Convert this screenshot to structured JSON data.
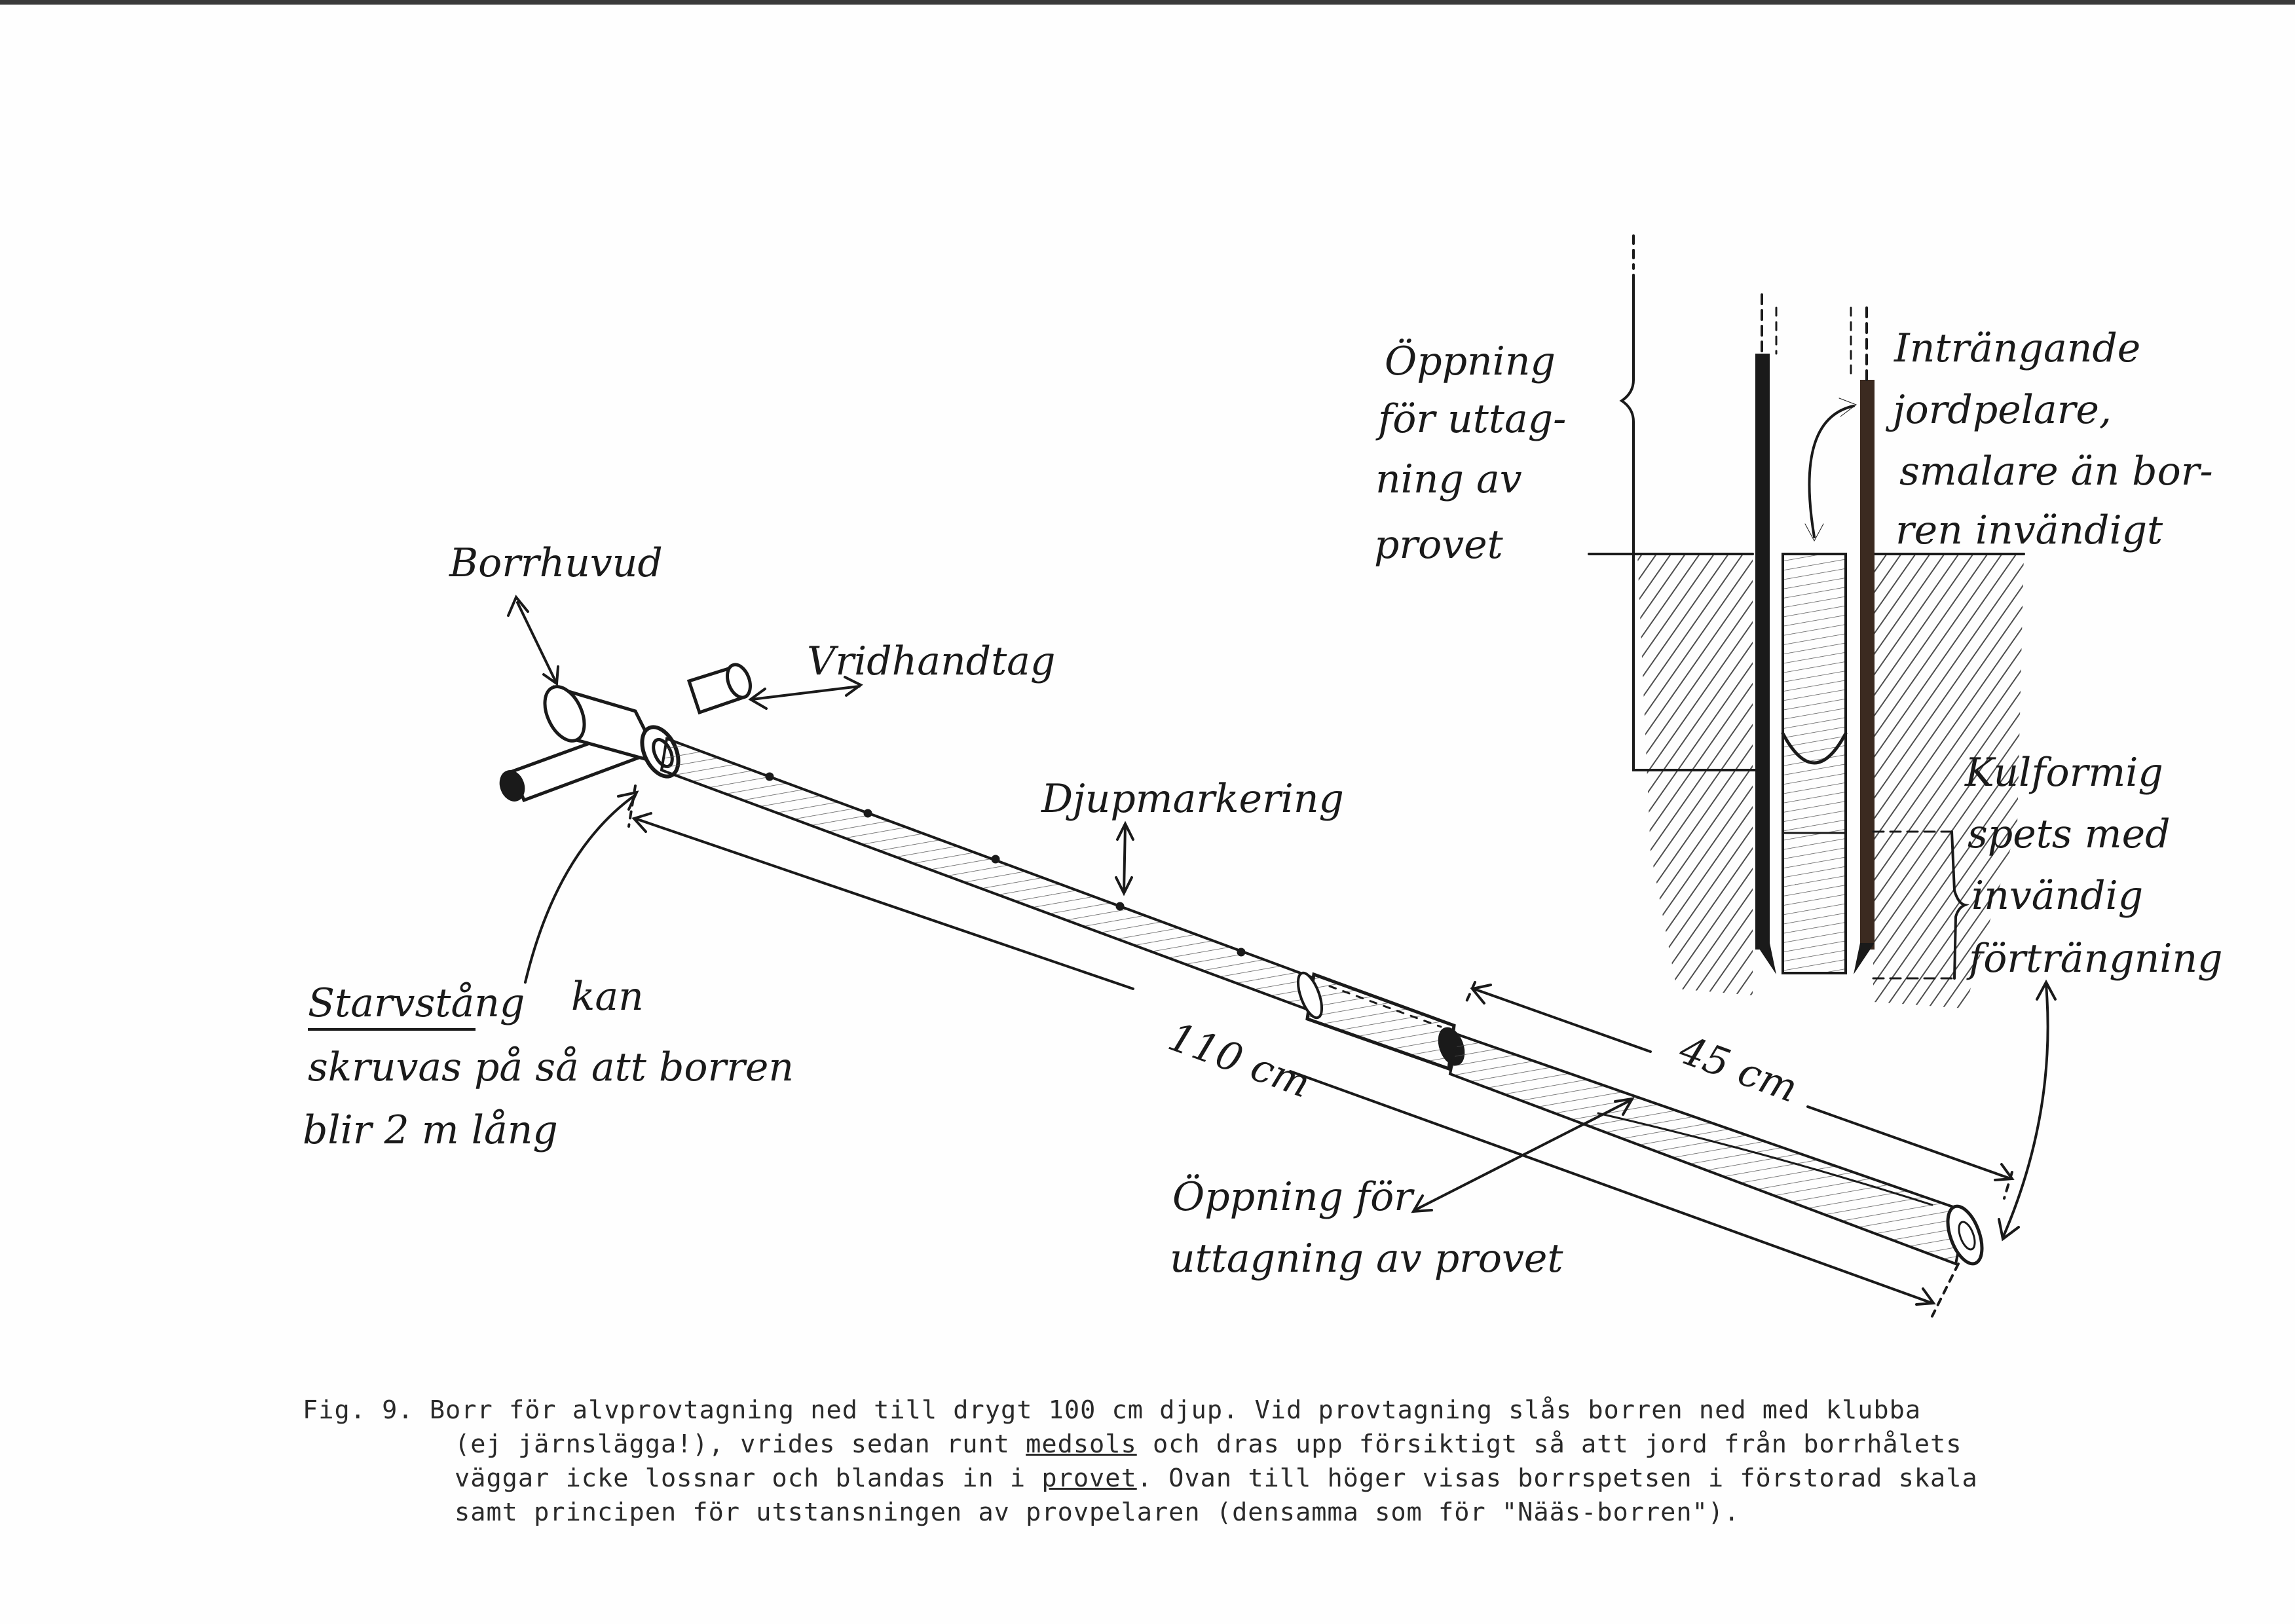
{
  "labels": {
    "borrhuvud": "Borrhuvud",
    "vridhandtag": "Vridhandtag",
    "djupmarkering": "Djupmarkering",
    "starvstang": "Starvstång",
    "kan": "kan",
    "starv_line2": "skruvas på så att borren",
    "starv_line3": "blir 2 m lång",
    "len_110": "110 cm",
    "len_45": "45 cm",
    "oppning_bottom_1": "Öppning för",
    "oppning_bottom_2": "uttagning av provet",
    "oppning_top_1": "Öppning",
    "oppning_top_2": "för uttag-",
    "oppning_top_3": "ning av",
    "oppning_top_4": "provet",
    "intrang_1": "Inträngande",
    "intrang_2": "jordpelare,",
    "intrang_3": "smalare än bor-",
    "intrang_4": "ren invändigt",
    "kul_1": "Kulformig",
    "kul_2": "spets med",
    "kul_3": "invändig",
    "kul_4": "förträngning"
  },
  "caption": {
    "prefix": "Fig. 9.",
    "line1": "Borr för alvprovtagning ned till drygt 100 cm djup. Vid provtagning slås borren ned med klubba",
    "line2a": "(ej järnslägga!), vrides sedan runt ",
    "line2u": "medsols",
    "line2b": " och dras upp försiktigt så att jord från borrhålets",
    "line3a": "väggar icke lossnar och blandas in i ",
    "line3u": "provet",
    "line3b": ". Ovan till höger visas borrspetsen i förstorad skala",
    "line4": "samt principen för utstansningen av provpelaren (densamma som för \"Nääs-borren\")."
  }
}
